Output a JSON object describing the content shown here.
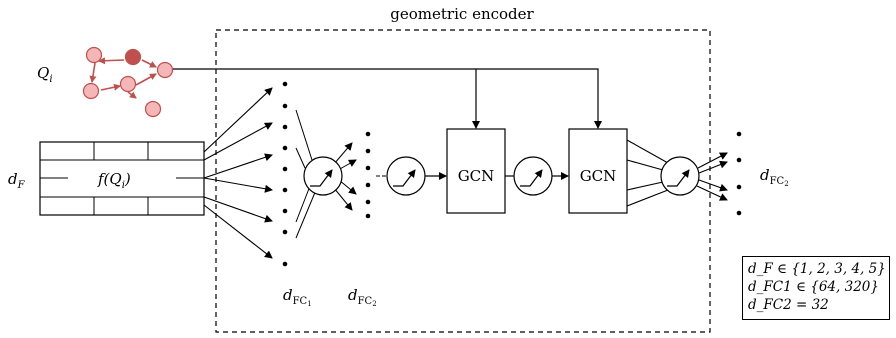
{
  "title": "geometric encoder",
  "query": {
    "label": "Q",
    "sub": "i"
  },
  "input": {
    "dim_label": "d",
    "dim_sub": "F",
    "func": "f(Q",
    "func_sub": "i",
    "func_end": ")"
  },
  "fc1_label": {
    "main": "d",
    "sub": "FC",
    "subsub": "1"
  },
  "fc2_label": {
    "main": "d",
    "sub": "FC",
    "subsub": "2"
  },
  "output_label": {
    "main": "d",
    "sub": "FC",
    "subsub": "2"
  },
  "gcn_blocks": [
    "GCN",
    "GCN"
  ],
  "legend": [
    "d_F ∈ {1, 2, 3, 4, 5}",
    "d_FC1 ∈ {64, 320}",
    "d_FC2 = 32"
  ],
  "colors": {
    "node_fill": "#f4b6b6",
    "node_stroke": "#c0504d",
    "node_dark": "#c0504d",
    "line": "#000000"
  }
}
